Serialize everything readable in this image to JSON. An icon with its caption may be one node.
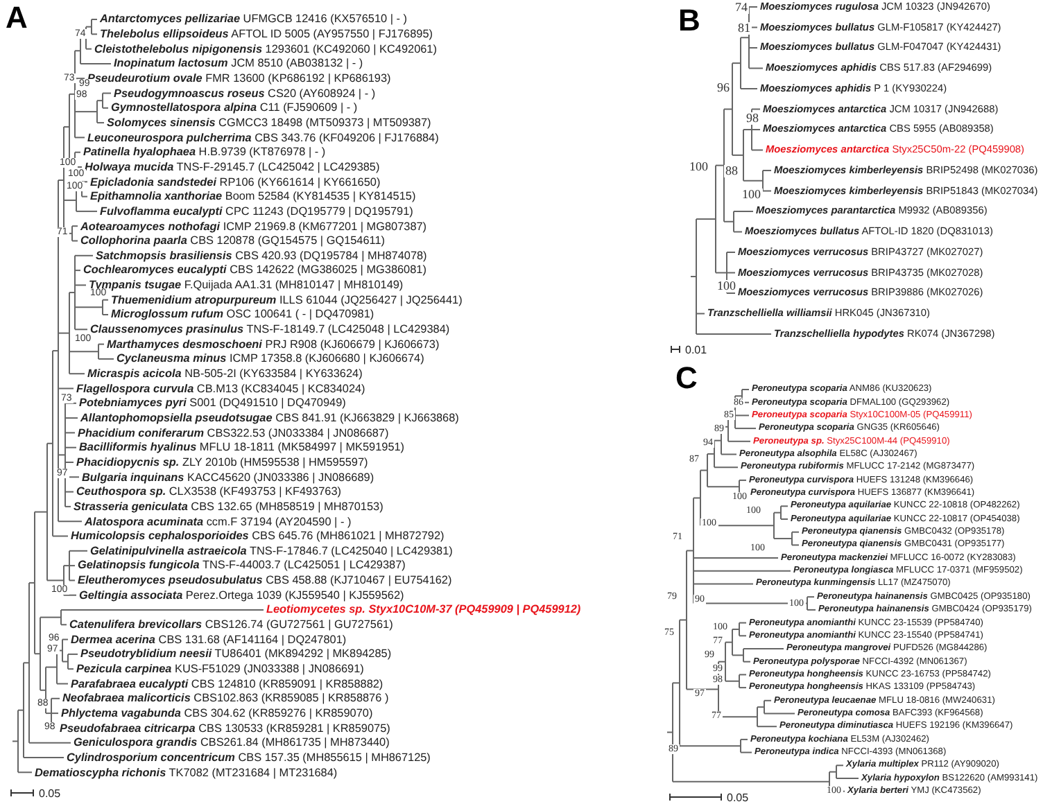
{
  "diagram": {
    "labels": [
      "A",
      "**Antarctomyces pellizariae** UFMGCB 12416 (KX576510 | - )",
      "**Thelebolus ellipsoideus** AFTOL ID 5005 (AY957550 | FJ176895)",
      "**Cleistothelebolus nipigonensis** 1293601 (KC492060 | KC492061)",
      "**Inopinatum lactosum** JCM 8510 (AB038132 | - )",
      "**Pseudeurotium ovale** FMR 13600 (KP686192 | KP686193)",
      "**Pseudogymnoascus roseus** CS20 (AY608924 | - )",
      "**Gymnostellatospora alpina** C11 (FJ590609 | - )",
      "**Solomyces sinensis** CGMCC3 18498 (MT509373 | MT509387)",
      "**Leuconeurospora pulcherrima** CBS 343.76 (KF049206 | FJ176884)",
      "**Patinella hyalophaea** H.B.9739 (KT876978 | - )",
      "**Holwaya mucida** TNS-F-29145.7 (LC425042 | LC429385)",
      "**Epicladonia sandstedei** RP106 (KY661614 | KY661650)",
      "**Epithamnolia xanthoriae** Boom 52584 (KY814535 | KY814515)",
      "**Fulvoflamma eucalypti** CPC 11243 (DQ195779 | DQ195791)",
      "**Aotearoamyces nothofagi** ICMP 21969.8 (KM677201 | MG807387)",
      "**Collophorina paarla** CBS 120878 (GQ154575 | GQ154611)",
      "**Satchmopsis brasiliensis** CBS 420.93 (DQ195784 | MH874078)",
      "**Cochlearomyces eucalypti** CBS 142622 (MG386025 | MG386081)",
      "**Tympanis tsugae** F.Quijada AA1.31 (MH810147 | MH810149)",
      "**Thuemenidium atropurpureum** ILLS 61044 (JQ256427 | JQ256441)",
      "**Microglossum rufum** OSC 100641 ( - | DQ470981)",
      "**Claussenomyces prasinulus** TNS-F-18149.7 (LC425048 | LC429384)",
      "**Marthamyces desmoschoeni** PRJ R908 (KJ606679 | KJ606673)",
      "**Cyclaneusma minus** ICMP 17358.8 (KJ606680 | KJ606674)",
      "**Micraspis acicola** NB-505-2I (KY633584 | KY633624)",
      "**Flagellospora curvula** CB.M13 (KC834045 | KC834024)",
      "**Potebniamyces pyri** S001 (DQ491510 | DQ470949)",
      "**Allantophomopsiella pseudotsugae** CBS 841.91 (KJ663829 | KJ663868)",
      "**Phacidium coniferarum** CBS322.53 (JN033384 | JN086687)",
      "**Bacilliformis hyalinus** MFLU 18-1811 (MK584997 | MK591951)",
      "**Phacidiopycnis sp.** ZLY 2010b (HM595538 | HM595597)",
      "**Bulgaria inquinans** KACC45620 (JN033386 | JN086689)",
      "**Ceuthospora sp.** CLX3538 (KF493753 | KF493763)",
      "**Strasseria geniculata** CBS 132.65 (MH858519 | MH870153)",
      "**Alatospora acuminata** ccm.F 37194 (AY204590 | - )",
      "**Humicolopsis cephalosporioides** CBS 645.76 (MH861021 | MH872792)",
      "**Gelatinipulvinella astraeicola** TNS-F-17846.7 (LC425040 | LC429381)",
      "**Gelatinopsis fungicola** TNS-F-44003.7 (LC425051 | LC429387)",
      "**Eleutheromyces pseudosubulatus** CBS 458.88 (KJ710467 | EU754162)",
      "**Geltingia associata** Perez.Ortega 1039 (KJ559540 | KJ559562)",
      "**Leotiomycetes sp. Styx10C10M-37 (PQ459909 | PQ459912)**",
      "**Catenulifera brevicollars** CBS126.74 (GU727561 | GU727561)",
      "**Dermea acerina** CBS 131.68 (AF141164 | DQ247801)",
      "**Pseudotryblidium neesii** TU86401 (MK894292 | MK894285)",
      "**Pezicula carpinea** KUS-F51029 (JN033388 | JN086691)",
      "**Parafabraea eucalypti** CBS 124810 (KR859091 | KR858882)",
      "**Neofabraea malicorticis** CBS102.863 (KR859085 | KR858876 )",
      "**Phlyctema vagabunda** CBS 304.62 (KR859276 | KR859070)",
      "**Pseudofabraea citricarpa** CBS 130533 (KR859281 | KR859075)",
      "**Geniculospora grandis** CBS261.84 (MH861735 | MH873440)",
      "**Cylindrosporium concentricum** CBS 157.35 (MH855615 | MH867125)",
      "**Dematioscypha richonis** TK7082 (MT231684 | MT231684)",
      "74",
      "73",
      "99",
      "98",
      "100",
      "100",
      "100",
      "71",
      "100",
      "100",
      "73",
      "97",
      "100",
      "96",
      "97",
      "88",
      "98",
      "0.05",
      "B",
      "**Moesziomyces rugulosa** JCM 10323 (JN942670)",
      "**Moesziomyces bullatus** GLM-F105817 (KY424427)",
      "**Moesziomyces bullatus** GLM-F047047 (KY424431)",
      "**Moesziomyces aphidis** CBS 517.83 (AF294699)",
      "**Moesziomyces aphidis** P 1 (KY930224)",
      "**Moesziomyces antarctica** JCM 10317 (JN942688)",
      "**Moesziomyces antarctica** CBS 5955 (AB089358)",
      "**Moesziomyces antarctica** Styx25C50m-22 (PQ459908)",
      "**Moesziomyces kimberleyensis** BRIP52498 (MK027036)",
      "**Moesziomyces kimberleyensis** BRIP51843 (MK027034)",
      "**Moesziomyces parantarctica** M9932 (AB089356)",
      "**Moesziomyces bullatus** AFTOL-ID 1820 (DQ831013)",
      "**Moesziomyces verrucosus** BRIP43727 (MK027027)",
      "**Moesziomyces verrucosus** BRIP43735 (MK027028)",
      "**Moesziomyces verrucosus** BRIP39886 (MK027026)",
      "**Tranzschelliella williamsii** HRK045 (JN367310)",
      "**Tranzschelliella hypodytes** RK074 (JN367298)",
      "74",
      "81",
      "96",
      "98",
      "88",
      "100",
      "100",
      "100",
      "0.01",
      "C",
      "**Peroneutypa scoparia** ANM86 (KU320623)",
      "**Peroneutypa scoparia** DFMAL100 (GQ293962)",
      "**Peroneutypa scoparia** Styx10C100M-05 (PQ459911)",
      "**Peroneutypa scoparia** GNG35 (KR605646)",
      "**Peroneutypa sp.** Styx25C100M-44 (PQ459910)",
      "**Peroneutypa alsophila** EL58C (AJ302467)",
      "**Peroneutypa rubiformis** MFLUCC 17-2142 (MG873477)",
      "**Peroneutypa curvispora** HUEFS 131248 (KM396646)",
      "**Peroneutypa curvispora** HUEFS 136877 (KM396641)",
      "**Peroneutypa aquilariae** KUNCC 22-10818 (OP482262)",
      "**Peroneutypa aquilariae** KUNCC 22-10817 (OP454038)",
      "**Peroneutypa qianensis** GMBC0432 (OP935178)",
      "**Peroneutypa qianensis** GMBC0431 (OP935177)",
      "**Peroneutypa mackenziei** MFLUCC 16-0072 (KY283083)",
      "**Peroneutypa longiasca** MFLUCC 17-0371 (MF959502)",
      "**Peroneutypa kunmingensis** LL17 (MZ475070)",
      "**Peroneutypa hainanensis** GMBC0425 (OP935180)",
      "**Peroneutypa hainanensis** GMBC0424 (OP935179)",
      "**Peroneutypa anomianthi** KUNCC 23-15539 (PP584740)",
      "**Peroneutypa anomianthi** KUNCC 23-15540 (PP584741)",
      "**Peroneutypa mangrovei** PUFD526 (MG844286)",
      "**Peroneutypa polysporae** NFCCI-4392 (MN061367)",
      "**Peroneutypa hongheensis** KUNCC 23-16753 (PP584742)",
      "**Peroneutypa hongheensis** HKAS 133109 (PP584743)",
      "**Peroneutypa leucaenae** MFLU 18-0816 (MW240631)",
      "**Peroneutypa comosa** BAFC393 (KF964568)",
      "**Peroneutypa diminutiasca** HUEFS 192196 (KM396647)",
      "**Peroneutypa kochiana** EL53M (AJ302462)",
      "**Peroneutypa indica** NFCCI-4393 (MN061368)",
      "**Xylaria multiplex** PR112 (AY909020)",
      "**Xylaria hypoxylon** BS122620 (AM993141)",
      "**Xylaria berteri** YMJ (KC473562)",
      "86",
      "85",
      "89",
      "94",
      "87",
      "100",
      "100",
      "100",
      "71",
      "100",
      "79",
      "90",
      "100",
      "100",
      "75",
      "77",
      "99",
      "99",
      "98",
      "97",
      "77",
      "89",
      "100",
      "0.05"
    ]
  }
}
